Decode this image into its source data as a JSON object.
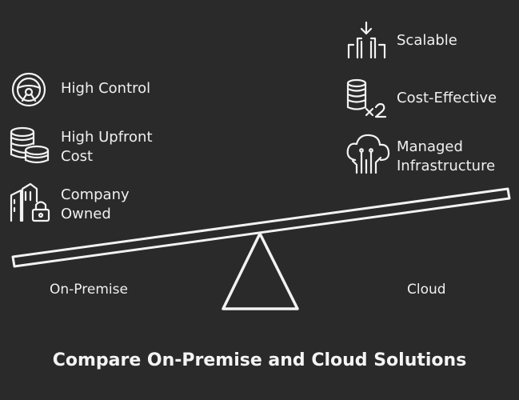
{
  "title": "Compare On-Premise and Cloud Solutions",
  "left": {
    "label": "On-Premise",
    "items": [
      {
        "icon": "steering-wheel-icon",
        "line1": "High Control",
        "line2": ""
      },
      {
        "icon": "coin-stack-icon",
        "line1": "High Upfront",
        "line2": "Cost"
      },
      {
        "icon": "locked-building-icon",
        "line1": "Company",
        "line2": "Owned"
      }
    ]
  },
  "right": {
    "label": "Cloud",
    "items": [
      {
        "icon": "scalable-building-icon",
        "line1": "Scalable",
        "line2": ""
      },
      {
        "icon": "coins-times-two-icon",
        "line1": "Cost-Effective",
        "line2": ""
      },
      {
        "icon": "cloud-circuit-icon",
        "line1": "Managed",
        "line2": "Infrastructure"
      }
    ]
  },
  "colors": {
    "background": "#2a2a2a",
    "ink": "#f2f2f2"
  }
}
